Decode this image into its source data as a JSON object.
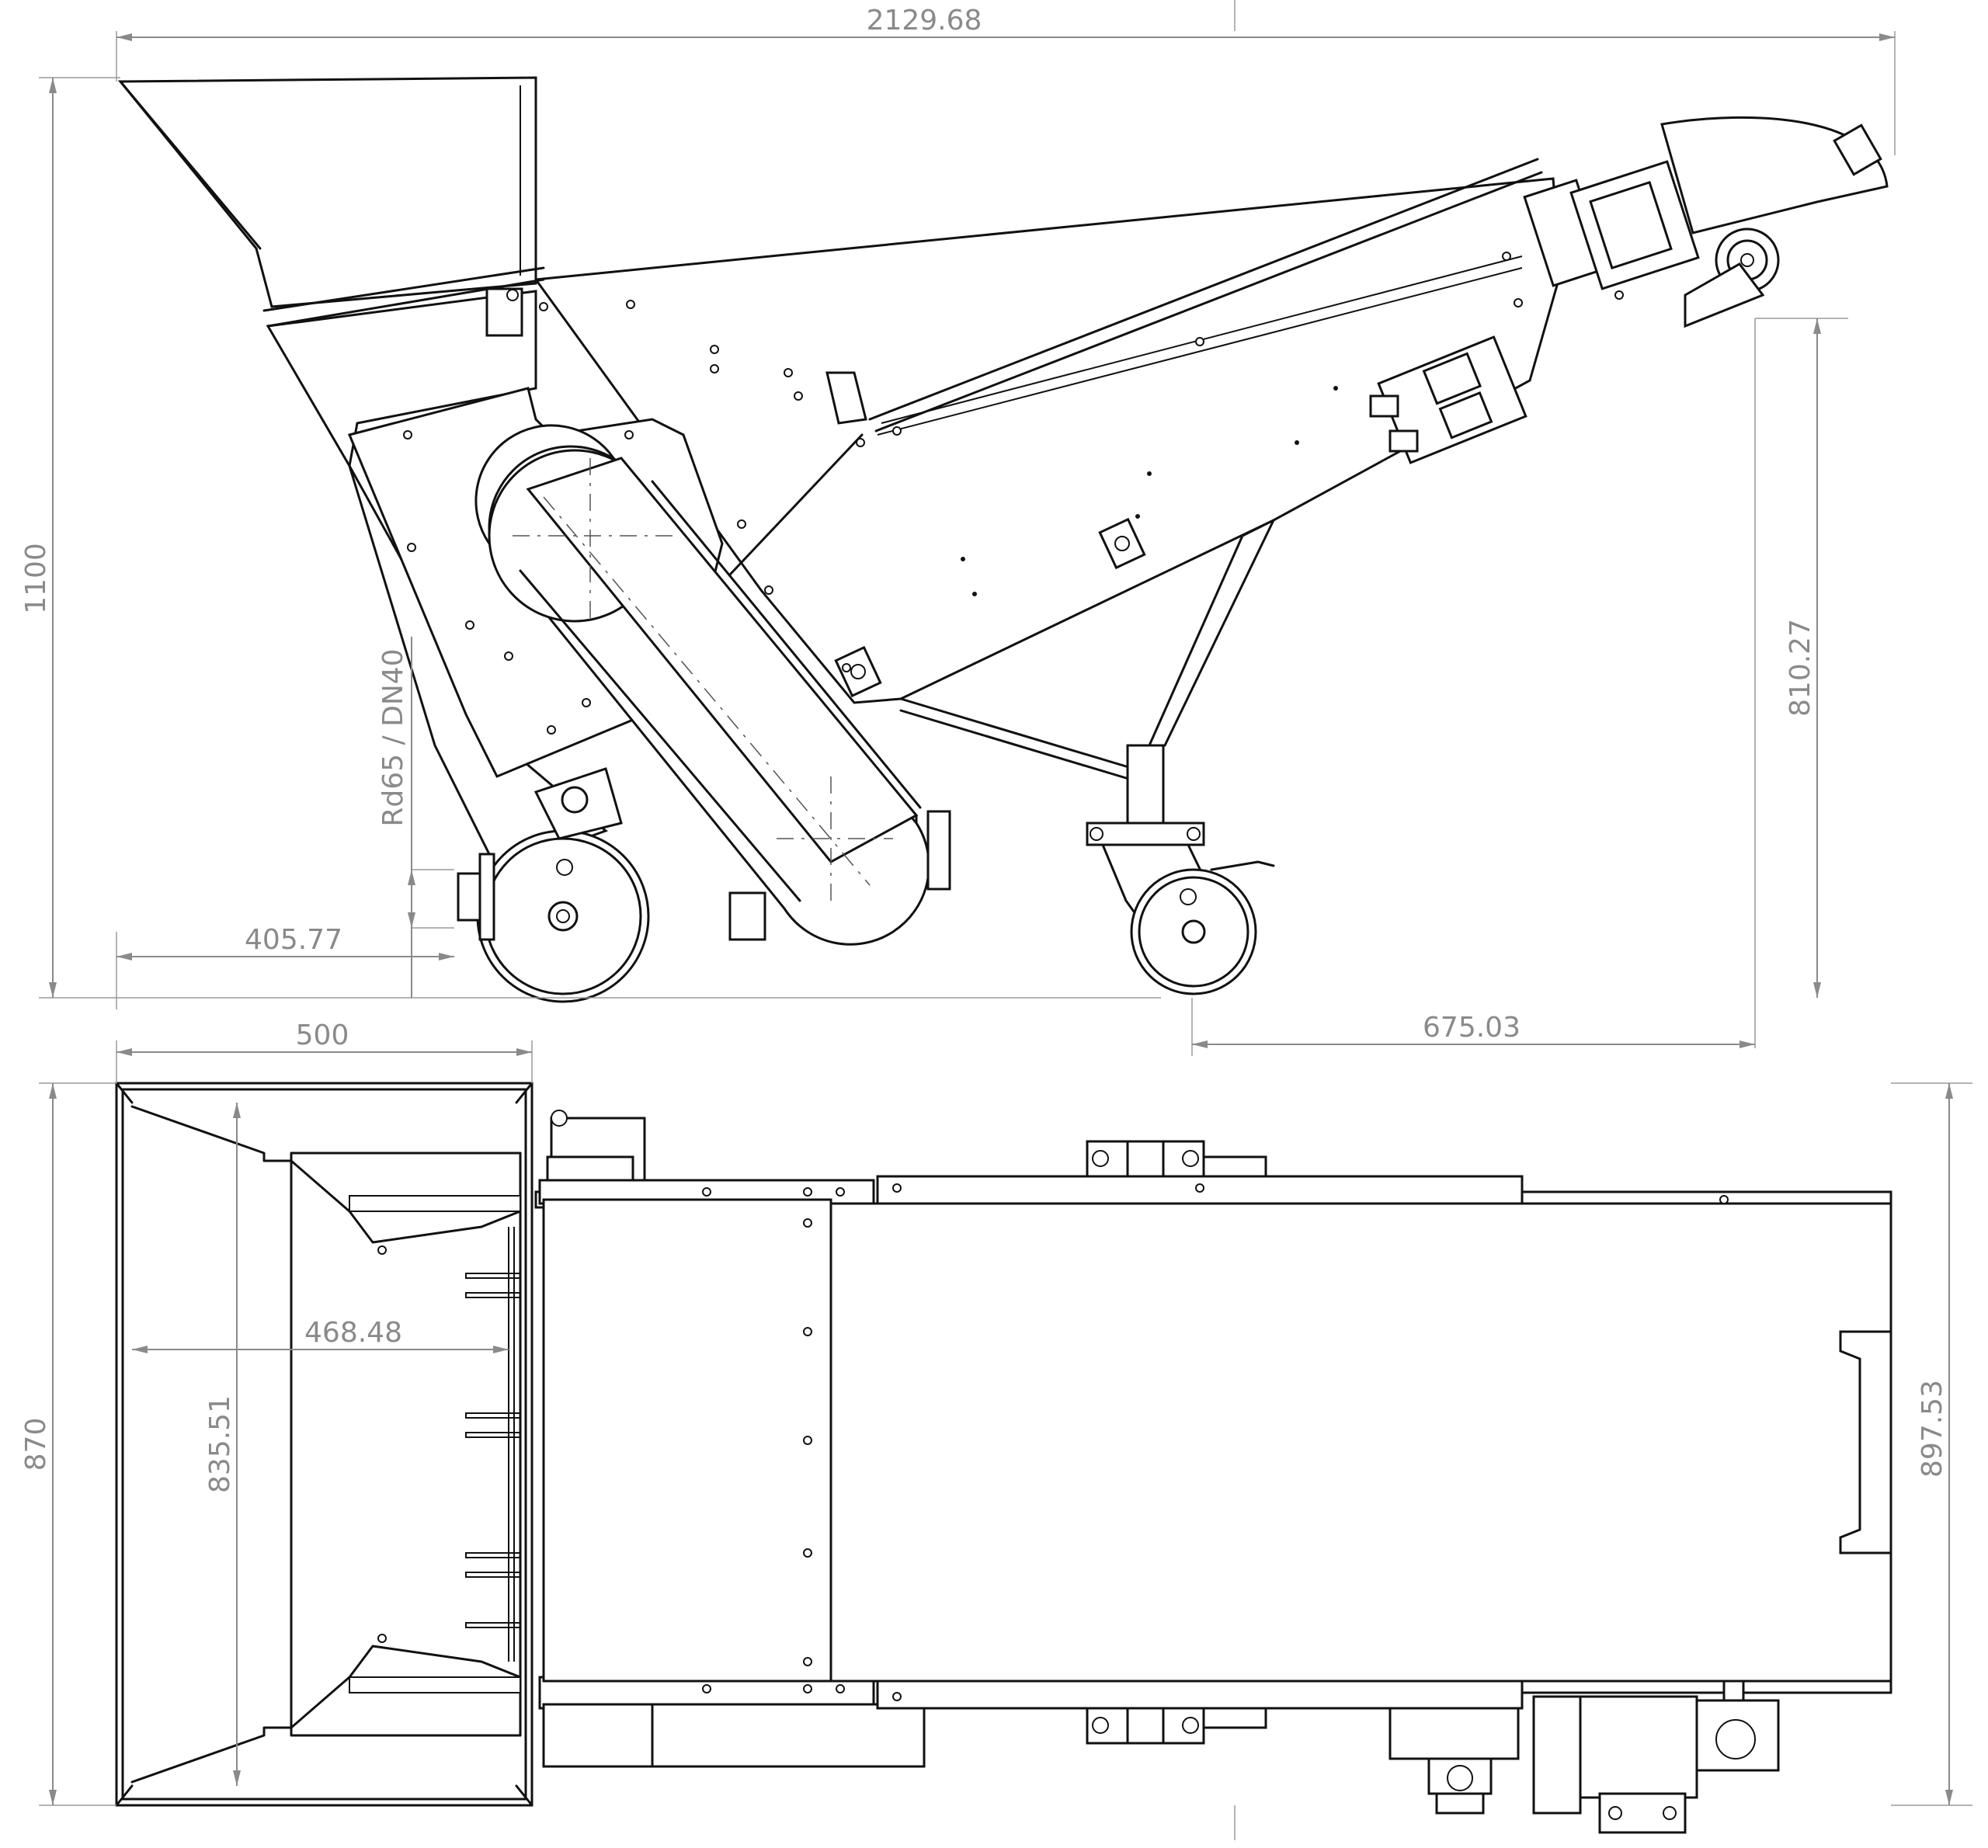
{
  "dimensions": {
    "overall_length": "2129.68",
    "overall_height": "1100",
    "hopper_offset": "405.77",
    "connection": "Rd65 / DN40",
    "outlet_height": "810.27",
    "castor_offset": "675.03",
    "hopper_width": "500",
    "overall_width": "870",
    "hopper_inner_length": "835.51",
    "hopper_inner_width": "468.48",
    "frame_width": "897.53"
  }
}
